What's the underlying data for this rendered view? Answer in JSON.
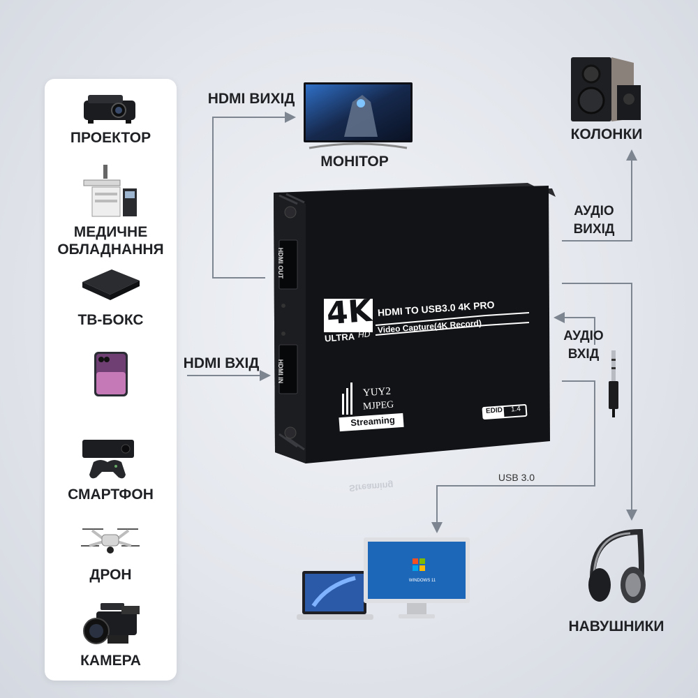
{
  "devices": [
    {
      "label": "ПРОЕКТОР",
      "icon": "projector-icon"
    },
    {
      "label": "МЕДИЧНЕ ОБЛАДНАННЯ",
      "line1": "МЕДИЧНЕ",
      "line2": "ОБЛАДНАННЯ",
      "icon": "medical-equipment-icon"
    },
    {
      "label": "ТВ-БОКС",
      "icon": "tv-box-icon"
    },
    {
      "label": "",
      "icon": "smartphone-icon"
    },
    {
      "label": "СМАРТФОН",
      "icon": "game-console-icon"
    },
    {
      "label": "ДРОН",
      "icon": "drone-icon"
    },
    {
      "label": "КАМЕРА",
      "icon": "camera-icon"
    }
  ],
  "connections": {
    "hdmi_out": "HDMI ВИХІД",
    "hdmi_in": "HDMI ВХІД",
    "audio_out_line1": "АУДІО",
    "audio_out_line2": "ВИХІД",
    "audio_in_line1": "АУДІО",
    "audio_in_line2": "ВХІД",
    "usb": "USB 3.0"
  },
  "targets": {
    "monitor": "МОНІТОР",
    "speakers": "КОЛОНКИ",
    "headphones": "НАВУШНИКИ",
    "pc_screen_text": "WINDOWS 11"
  },
  "device_box": {
    "logo_4k": "4K",
    "ultra": "ULTRA",
    "hd": "HD",
    "title": "HDMI TO USB3.0 4K PRO",
    "subtitle": "Video Capture(4K Record)",
    "yuy2": "YUY2",
    "mjpeg": "MJPEG",
    "streaming": "Streaming",
    "edid": "EDID",
    "edid_version": "1.4",
    "port_out": "HDMI OUT",
    "port_in": "HDMI IN",
    "mirror_text": "Streaming"
  },
  "colors": {
    "device": "#121316",
    "arrow": "#7d8590",
    "panel": "#ffffff",
    "text": "#1f2124"
  }
}
